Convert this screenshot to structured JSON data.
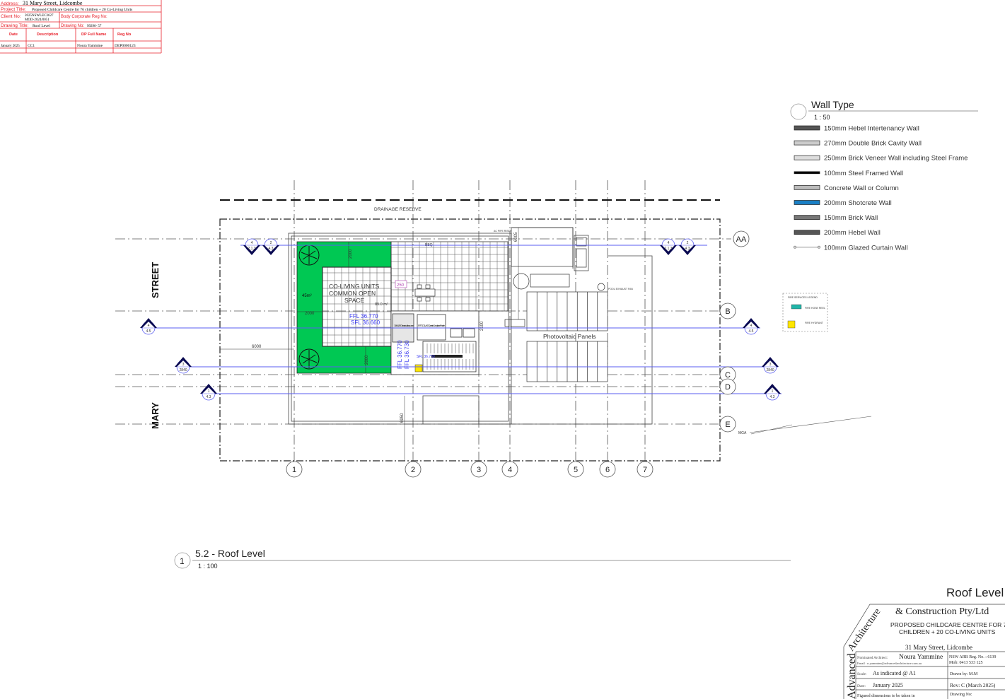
{
  "header_table": {
    "address_label": "Address:",
    "address": "31 Mary Street, Lidcombe",
    "project_label": "Project Title:",
    "project": "Proposed Childcare Centre for 76 children + 20 Co-Living Units",
    "client_label": "Client No:",
    "client_line1": "2025NSWLEC3627",
    "client_line2": "MOD-2024/0051",
    "body_corp_label": "Body Corporate Reg No:",
    "drawing_title_label": "Drawing Title:",
    "drawing_title": "Roof Level",
    "drawing_no_label": "Drawing No:",
    "drawing_no": "99296- 57",
    "columns": [
      "Date",
      "Description",
      "DP Full Name",
      "Reg No"
    ],
    "rows": [
      [
        "January 2025",
        "CC1",
        "Noura Yammine",
        "DEP0000123"
      ]
    ]
  },
  "plan": {
    "drainage_reserve": "DRAINAGE RESERVE",
    "street_top": "STREET",
    "street_bottom": "MARY",
    "cos_label_1": "CO-LIVING UNITS",
    "cos_label_2": "COMMON OPEN",
    "cos_label_3": "SPACE",
    "cos_area": "89.0 m²",
    "green_area": "45m²",
    "ffl_1": "FFL 36.770",
    "sfl_1": "SFL 36.660",
    "ffl_2": "FFL 36.770",
    "ffl_3": "FFL 36.730",
    "sfl_2": "SFL 36.730",
    "bbq": "BBQ",
    "tag_250": "250",
    "clear_circ": "1540x2070 clear circulation space",
    "compliance": "\"LIFT\" CO-LIVING Operator Compliance Provider",
    "pv_label": "Photovoltaic Panels",
    "ac_pipe": "AC PIPE RISER",
    "exhaust_fan": "POOL EXHAUST FAN",
    "dims": {
      "d2000a": "2000",
      "d2000b": "2000",
      "d2000c": "2000",
      "d6000": "6000",
      "d6950": "6950",
      "d6005": "6005",
      "d2100": "2100"
    },
    "grid_cols": [
      "1",
      "2",
      "3",
      "4",
      "5",
      "6",
      "7"
    ],
    "grid_rows": [
      "AA",
      "B",
      "C",
      "D",
      "E"
    ],
    "mga": "MGA",
    "markers": [
      {
        "top": "4",
        "bottom": "2.1.3"
      },
      {
        "top": "2",
        "bottom": "4.3"
      },
      {
        "top": "4",
        "bottom": "2.1.3"
      },
      {
        "top": "2",
        "bottom": "4.3"
      },
      {
        "top": "4",
        "bottom": "4.5"
      },
      {
        "top": "4",
        "bottom": "4.5"
      },
      {
        "top": "3",
        "bottom": "2840"
      },
      {
        "top": "3",
        "bottom": "2840"
      },
      {
        "top": "1",
        "bottom": "4.3"
      },
      {
        "top": "1",
        "bottom": "4.3"
      }
    ]
  },
  "view_title": {
    "number": "1",
    "title": "5.2 - Roof Level",
    "scale": "1 : 100"
  },
  "wall_legend": {
    "title": "Wall Type",
    "scale": "1 : 50",
    "items": [
      {
        "label": "150mm Hebel Intertenancy Wall",
        "color": "#555555"
      },
      {
        "label": "270mm Double Brick Cavity Wall",
        "color": "#cccccc"
      },
      {
        "label": "250mm Brick Veneer Wall including Steel Frame",
        "color": "#dddddd"
      },
      {
        "label": "100mm Steel Framed Wall",
        "color": "#000000"
      },
      {
        "label": "Concrete Wall or Column",
        "color": "#bbbbbb"
      },
      {
        "label": "200mm Shotcrete Wall",
        "color": "#1a7fc4"
      },
      {
        "label": "150mm Brick Wall",
        "color": "#777777"
      },
      {
        "label": "200mm Hebel Wall",
        "color": "#555555"
      },
      {
        "label": "100mm Glazed Curtain Wall",
        "color": "#888888"
      }
    ]
  },
  "fire_legend": {
    "title": "FIRE SERVICES LEGEND",
    "hose": "FIRE HOSE REEL",
    "hydrant": "FIRE HYDRANT"
  },
  "title_block": {
    "sheet_title": "Roof Level",
    "company_1": "Advanced",
    "company_2": "Architecture",
    "company_3": "& Construction Pty/Ltd",
    "project_1": "PROPOSED CHILDCARE CENTRE FOR 76",
    "project_2": "CHILDREN + 20 CO-LIVING UNITS",
    "address": "31 Mary Street, Lidcombe",
    "architect_label": "Nominated Architect:",
    "architect": "Noura Yammine",
    "email": "Email : n.yammine@advancedarchitecture.com.au",
    "arb": "NSW ARB Reg. No. : 6139",
    "mob": "Mob: 0413 533 125",
    "scale_label": "Scale:",
    "scale": "As indicated @ A1",
    "drawn_by": "Drawn by:  M.M",
    "date_label": "Date:",
    "date": "January 2025",
    "rev": "Rev:  C (March 2025)",
    "figured": "Figured dimensions to be taken in",
    "drawing_no": "Drawing No:"
  },
  "colors": {
    "green": "#00c853",
    "blue_line": "#5a5ef0",
    "red": "#e8202a"
  }
}
